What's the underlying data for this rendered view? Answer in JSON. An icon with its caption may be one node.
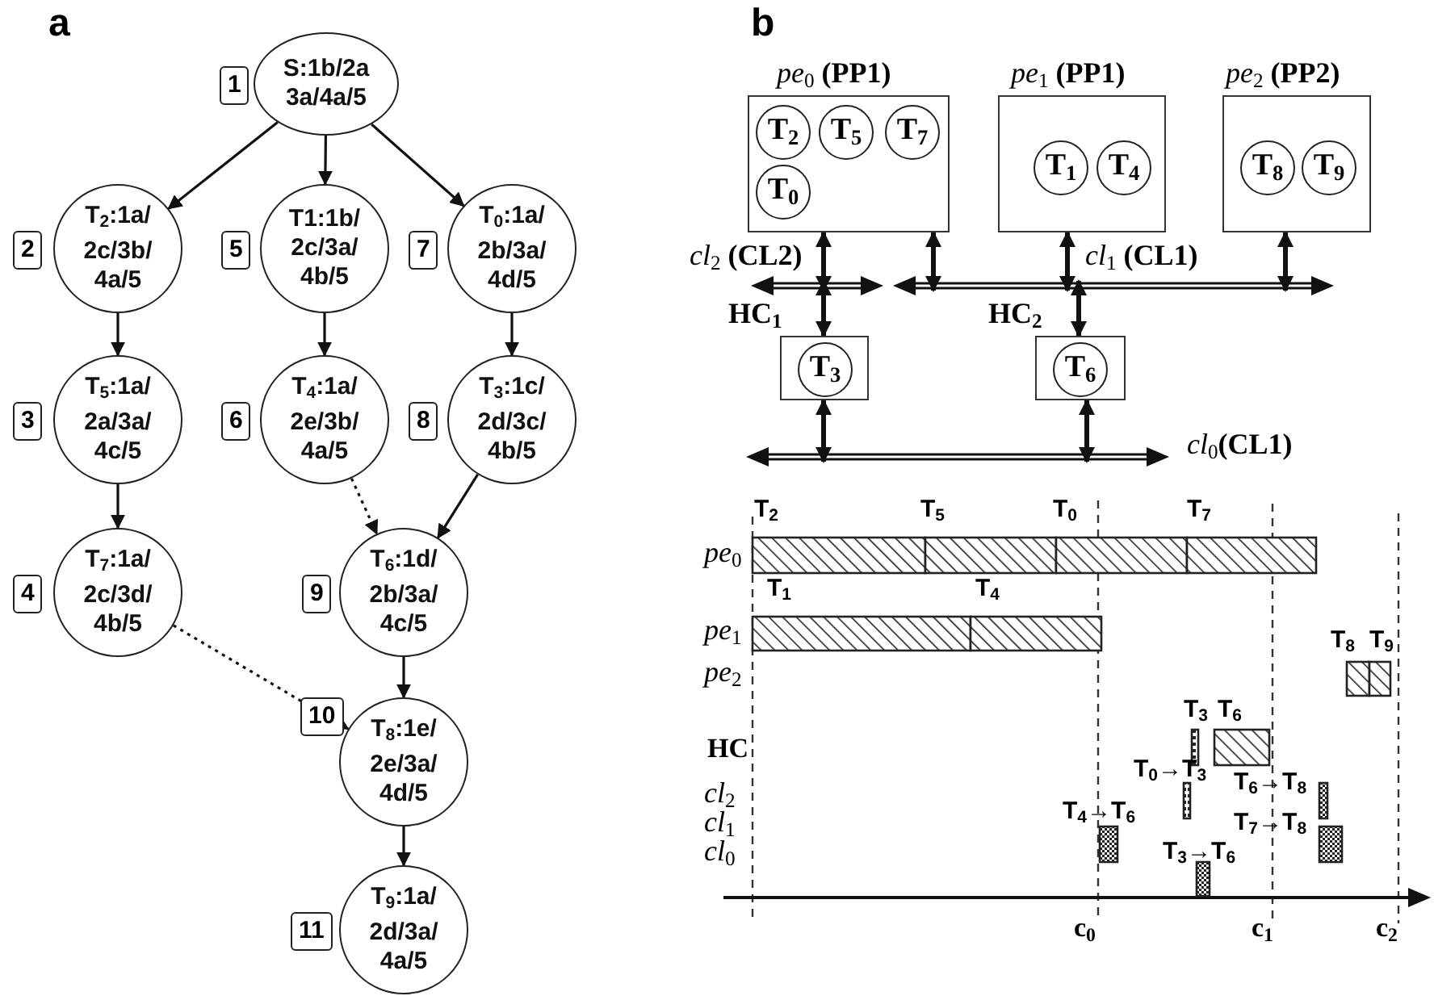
{
  "diagram": {
    "nodes": [
      {
        "text": [
          "S:1b/2a 3a/4a/5"
        ],
        "beside": [
          "1"
        ]
      },
      {
        "text": [
          "T$_{2}$:1a/ 2c/3b/ 4a/5"
        ],
        "beside": [
          "2"
        ]
      },
      {
        "text": [
          "T$_{5}$:1a/ 2a/3a/ 4c/5"
        ],
        "beside": [
          "3"
        ]
      },
      {
        "text": [
          "T$_{7}$:1a/ 2c/3d/ 4b/5"
        ],
        "beside": [
          "4"
        ]
      },
      {
        "text": [
          "T1:1b/ 2c/3a/ 4b/5"
        ],
        "beside": [
          "5"
        ]
      },
      {
        "text": [
          "T$_{4}$:1a/ 2e/3b/ 4a/5"
        ],
        "beside": [
          "6"
        ]
      },
      {
        "text": [
          "T$_{0}$:1a/ 2b/3a/ 4d/5"
        ],
        "beside": [
          "7"
        ]
      },
      {
        "text": [
          "T$_{3}$:1c/ 2d/3c/ 4b/5"
        ],
        "beside": [
          "8"
        ]
      },
      {
        "text": [
          "T$_{6}$:1d/ 2b/3a/ 4c/5"
        ],
        "beside": [
          "9"
        ]
      },
      {
        "text": [
          "T$_{8}$:1e/ 2e/3a/ 4d/5"
        ],
        "beside": [
          "10"
        ]
      },
      {
        "text": [
          "T$_{9}$:1a/ 2d/3a/ 4a/5"
        ],
        "beside": [
          "11"
        ]
      },
      {
        "text": [
          "*pe*$_{0}$ **(PP1)**"
        ]
      },
      {
        "text": [
          "T$_{2}$"
        ],
        "in": 11
      },
      {
        "text": [
          "T$_{5}$"
        ],
        "in": 11
      },
      {
        "text": [
          "T$_{7}$"
        ],
        "in": 11
      },
      {
        "text": [
          "T$_{0}$"
        ],
        "in": 11
      },
      {
        "text": [
          "*pe*$_{1}$ **(PP1)**"
        ]
      },
      {
        "text": [
          "T$_{1}$"
        ],
        "in": 16
      },
      {
        "text": [
          "T$_{4}$"
        ],
        "in": 16
      },
      {
        "text": [
          "*pe*$_{2}$ **(PP2)**"
        ]
      },
      {
        "text": [
          "T$_{8}$"
        ],
        "in": 19
      },
      {
        "text": [
          "T$_{9}$"
        ],
        "in": 19
      },
      {
        "text": [
          "*cl*$_{2}$ **(CL2)**"
        ]
      },
      {
        "text": [
          "*cl*$_{1}$ **(CL1)**"
        ]
      },
      {
        "text": [
          "HC$_{1}$"
        ]
      },
      {
        "text": [
          "T$_{3}$"
        ],
        "in": 24
      },
      {
        "text": [
          "HC$_{2}$"
        ]
      },
      {
        "text": [
          "T$_{6}$"
        ],
        "in": 26
      },
      {
        "text": [
          "*cl*$_{0}$**(CL1)**"
        ]
      }
    ],
    "edges": [
      {
        "from": 0,
        "to": 1,
        "arrow": "to"
      },
      {
        "from": 0,
        "to": 4,
        "arrow": "to"
      },
      {
        "from": 0,
        "to": 6,
        "arrow": "to"
      },
      {
        "from": 1,
        "to": 2,
        "arrow": "to"
      },
      {
        "from": 2,
        "to": 3,
        "arrow": "to"
      },
      {
        "from": 4,
        "to": 5,
        "arrow": "to"
      },
      {
        "from": 6,
        "to": 7,
        "arrow": "to"
      },
      {
        "from": 5,
        "to": 8,
        "arrow": "to",
        "style": "dashed"
      },
      {
        "from": 7,
        "to": 8,
        "arrow": "to"
      },
      {
        "from": 3,
        "to": 9,
        "arrow": "to",
        "style": "dashed"
      },
      {
        "from": 8,
        "to": 9,
        "arrow": "to"
      },
      {
        "from": 9,
        "to": 10,
        "arrow": "to"
      },
      {
        "from": 11,
        "to": 22,
        "arrow": "both"
      },
      {
        "from": 11,
        "to": 23,
        "arrow": "both"
      },
      {
        "from": 16,
        "to": 23,
        "arrow": "both"
      },
      {
        "from": 19,
        "to": 23,
        "arrow": "both"
      },
      {
        "from": 22,
        "to": 24,
        "arrow": "both"
      },
      {
        "from": 23,
        "to": 26,
        "arrow": "both"
      },
      {
        "from": 24,
        "to": 28,
        "arrow": "both"
      },
      {
        "from": 26,
        "to": 28,
        "arrow": "both"
      }
    ],
    "labels": [
      "a",
      "b",
      "T$_{2}$",
      "T$_{5}$",
      "T$_{0}$",
      "T$_{7}$",
      "*pe*$_{0}$",
      "T$_{1}$",
      "T$_{4}$",
      "*pe*$_{1}$",
      "T$_{8}$",
      "T$_{9}$",
      "*pe*$_{2}$",
      "T$_{3}$",
      "T$_{6}$",
      "HC",
      "T$_{0}$→T$_{3}$",
      "*cl*$_{2}$",
      "T$_{6}$→T$_{8}$",
      "*cl*$_{1}$",
      "T$_{4}$→T$_{6}$",
      "T$_{7}$→T$_{8}$",
      "*cl*$_{0}$",
      "T$_{3}$→T$_{6}$",
      "c$_{0}$",
      "c$_{1}$",
      "c$_{2}$"
    ]
  }
}
